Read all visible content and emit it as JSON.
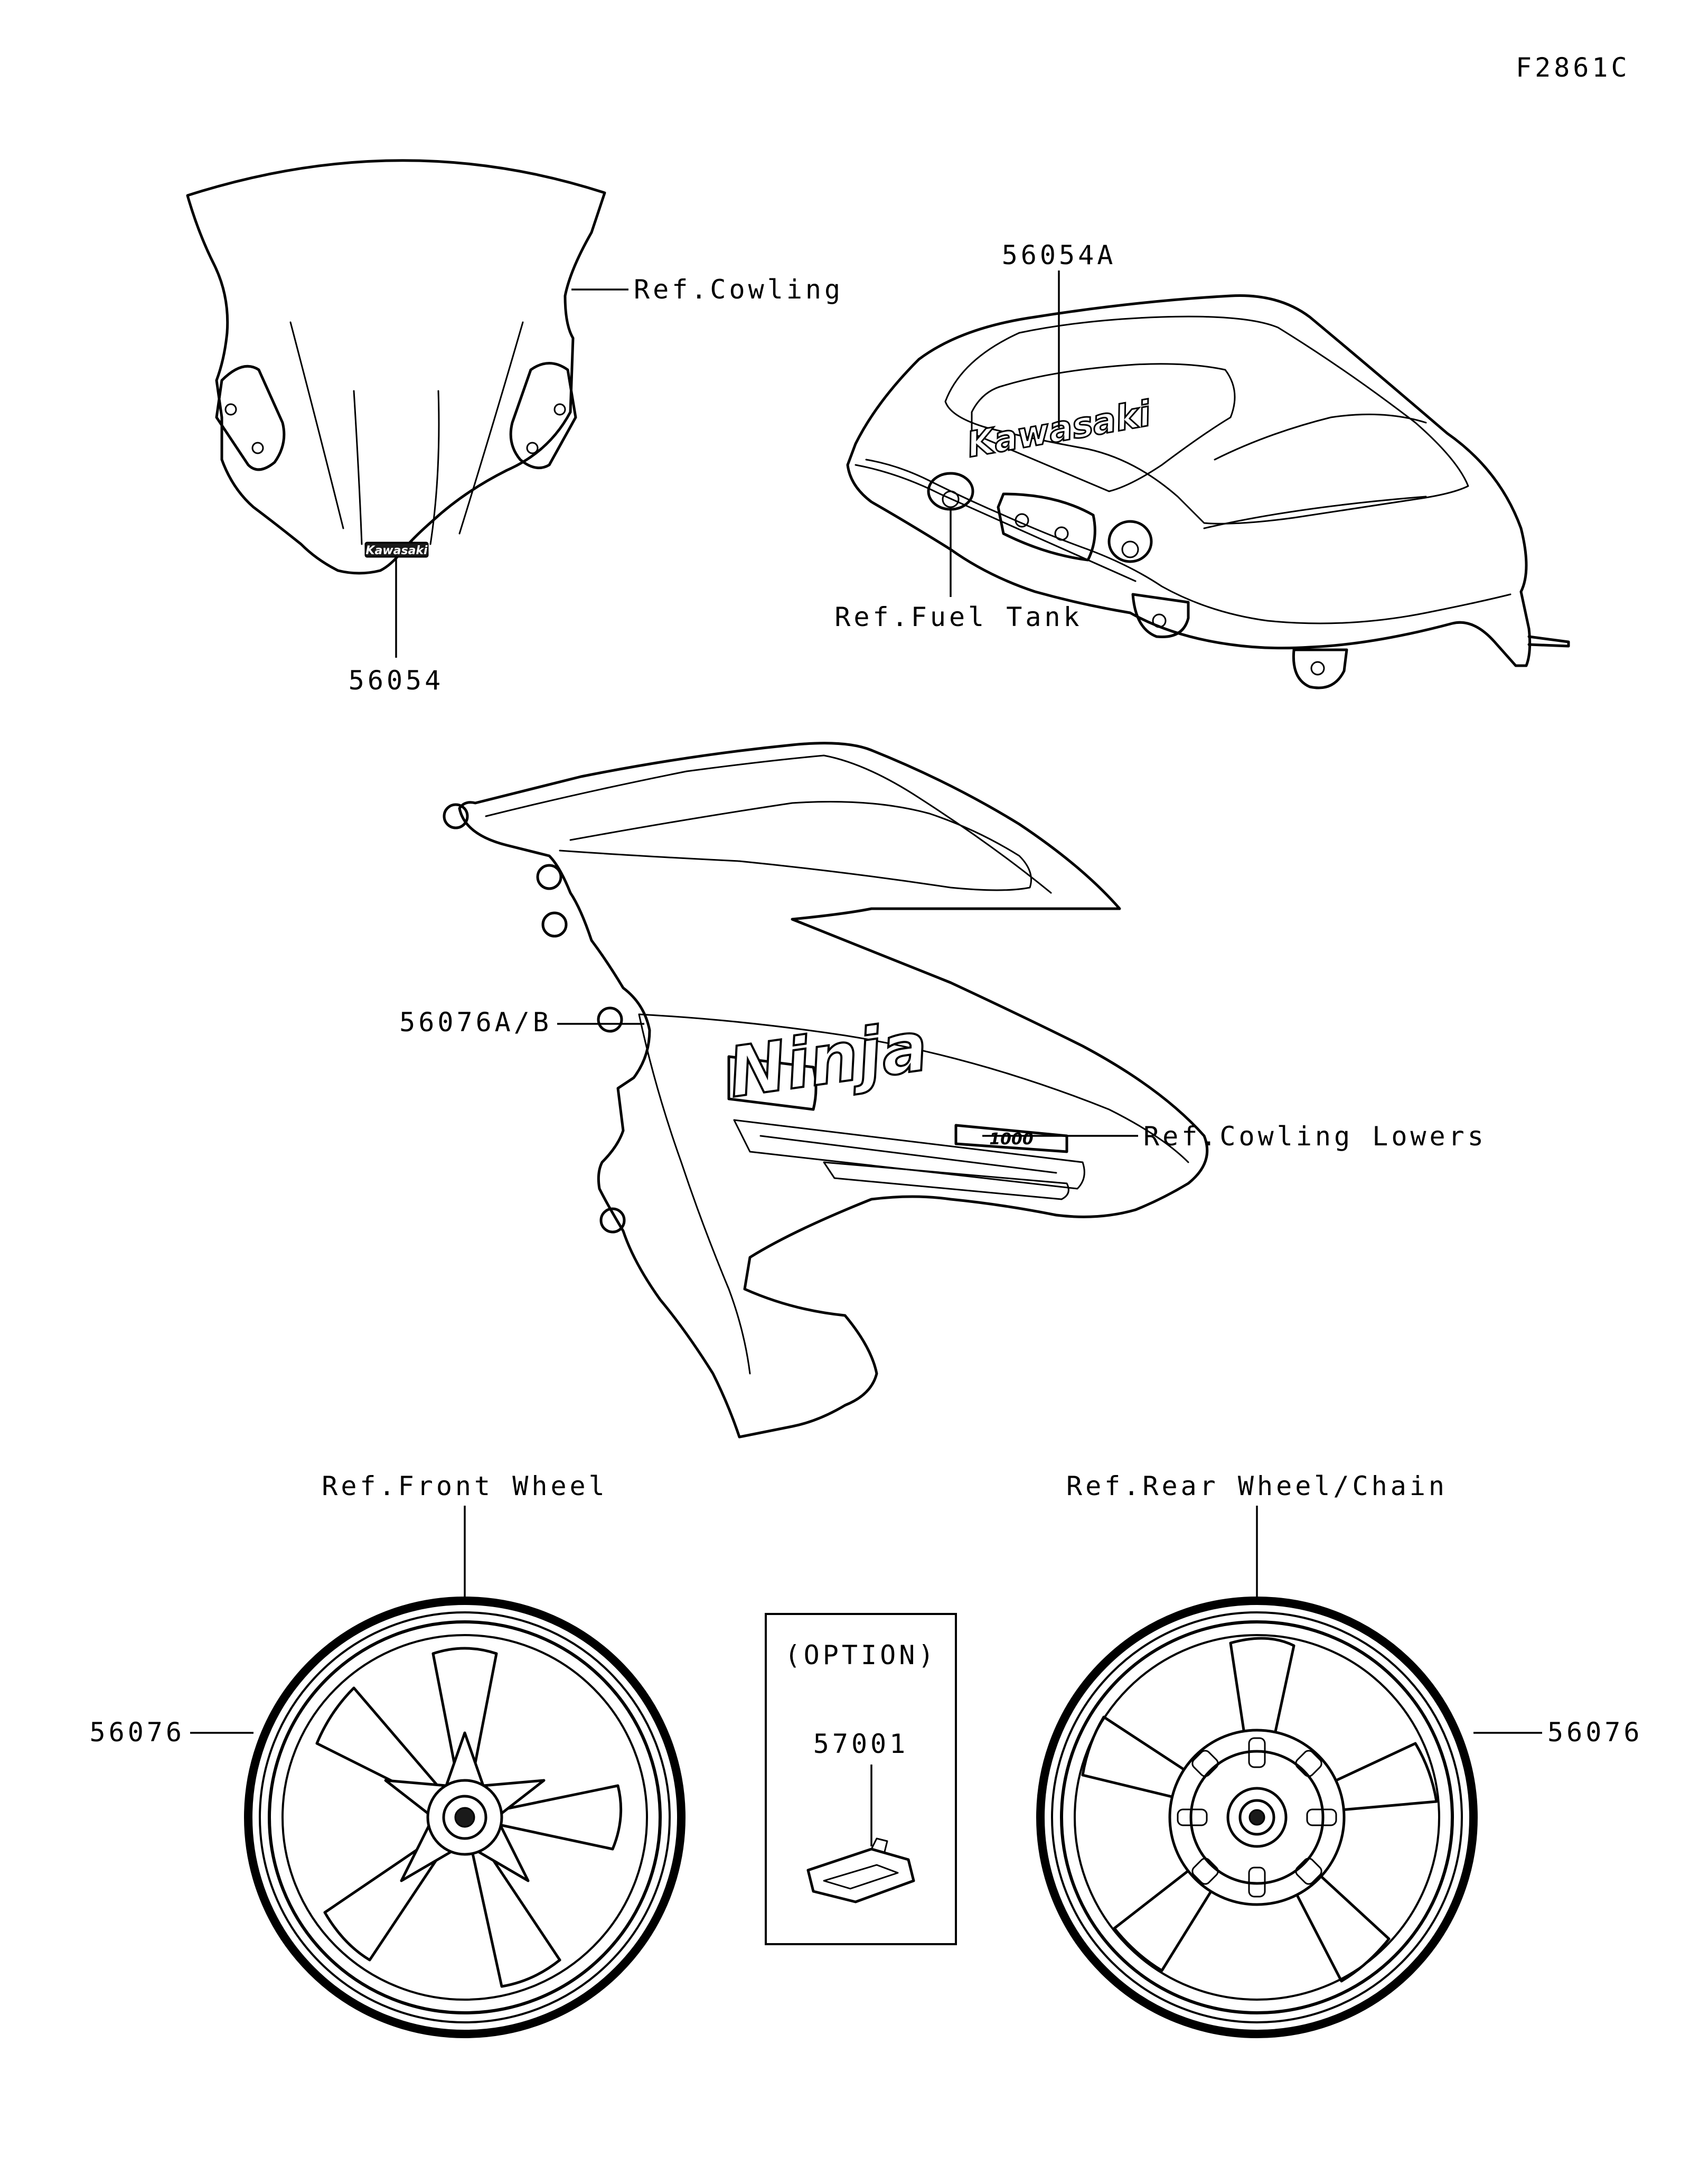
{
  "figure_code": "F2861C",
  "labels": {
    "ref_cowling": "Ref.Cowling",
    "part_56054": "56054",
    "part_56054a": "56054A",
    "ref_fuel_tank": "Ref.Fuel Tank",
    "part_56076ab": "56076A/B",
    "ref_cowling_lowers": "Ref.Cowling Lowers",
    "ref_front_wheel": "Ref.Front Wheel",
    "ref_rear_wheel_chain": "Ref.Rear Wheel/Chain",
    "part_56076_left": "56076",
    "part_56076_right": "56076",
    "option": "(OPTION)",
    "part_57001": "57001"
  },
  "decal_text": {
    "windshield_logo": "Kawasaki",
    "tank_logo": "Kawasaki",
    "fairing_logo": "Ninja",
    "fairing_model": "1000"
  }
}
